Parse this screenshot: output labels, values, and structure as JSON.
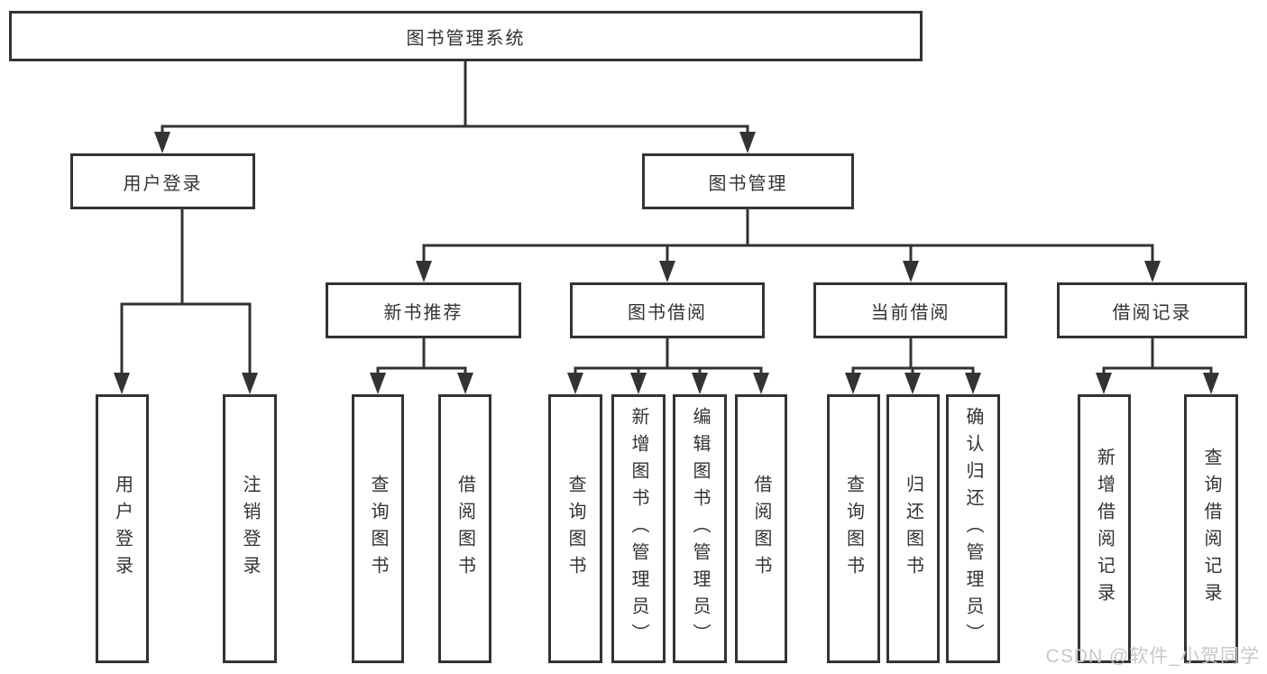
{
  "diagram_type": "tree",
  "colors": {
    "line": "#333333",
    "box_background": "#ffffff",
    "text": "#333333",
    "watermark": "#c6c9cc"
  },
  "watermark": {
    "text": "CSDN @软件_小贺同学"
  },
  "tree": {
    "label": "图书管理系统",
    "children": [
      {
        "label": "用户登录",
        "children": [
          {
            "label": "用户登录"
          },
          {
            "label": "注销登录"
          }
        ]
      },
      {
        "label": "图书管理",
        "children": [
          {
            "label": "新书推荐",
            "children": [
              {
                "label": "查询图书"
              },
              {
                "label": "借阅图书"
              }
            ]
          },
          {
            "label": "图书借阅",
            "children": [
              {
                "label": "查询图书"
              },
              {
                "label": "新增图书（管理员）"
              },
              {
                "label": "编辑图书（管理员）"
              },
              {
                "label": "借阅图书"
              }
            ]
          },
          {
            "label": "当前借阅",
            "children": [
              {
                "label": "查询图书"
              },
              {
                "label": "归还图书"
              },
              {
                "label": "确认归还（管理员）"
              }
            ]
          },
          {
            "label": "借阅记录",
            "children": [
              {
                "label": "新增借阅记录"
              },
              {
                "label": "查询借阅记录"
              }
            ]
          }
        ]
      }
    ]
  }
}
